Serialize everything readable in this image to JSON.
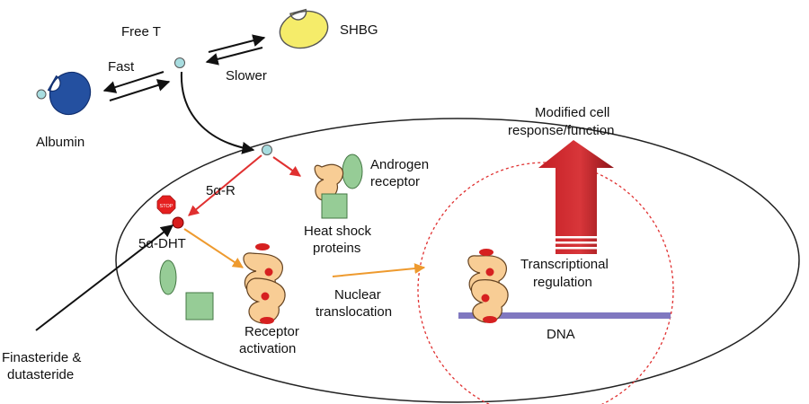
{
  "labels": {
    "free_t": "Free T",
    "shbg": "SHBG",
    "fast": "Fast",
    "slower": "Slower",
    "albumin": "Albumin",
    "modified_1": "Modified cell",
    "modified_2": "response/function",
    "androgen_1": "Androgen",
    "androgen_2": "receptor",
    "five_ar": "5α-R",
    "stop": "STOP",
    "five_dht": "5α-DHT",
    "hsp_1": "Heat shock",
    "hsp_2": "proteins",
    "tr_1": "Transcriptional",
    "tr_2": "regulation",
    "nuc_1": "Nuclear",
    "nuc_2": "translocation",
    "dna": "DNA",
    "ra_1": "Receptor",
    "ra_2": "activation",
    "fin_1": "Finasteride &",
    "fin_2": "dutasteride"
  },
  "colors": {
    "albumin": "#2450a0",
    "shbg": "#f5ec6a",
    "testosterone": "#a8dde0",
    "dht": "#d81e1e",
    "receptor": "#f8cd95",
    "receptor_ligand": "#d62020",
    "heat_shock_ellipse": "#96cc96",
    "heat_shock_square": "#96cc96",
    "big_arrow": "#c41e24",
    "red_arrow": "#e03030",
    "orange_arrow": "#ee9a2e",
    "dna_bar": "#8078c0",
    "stop_sign": "#e52020"
  }
}
